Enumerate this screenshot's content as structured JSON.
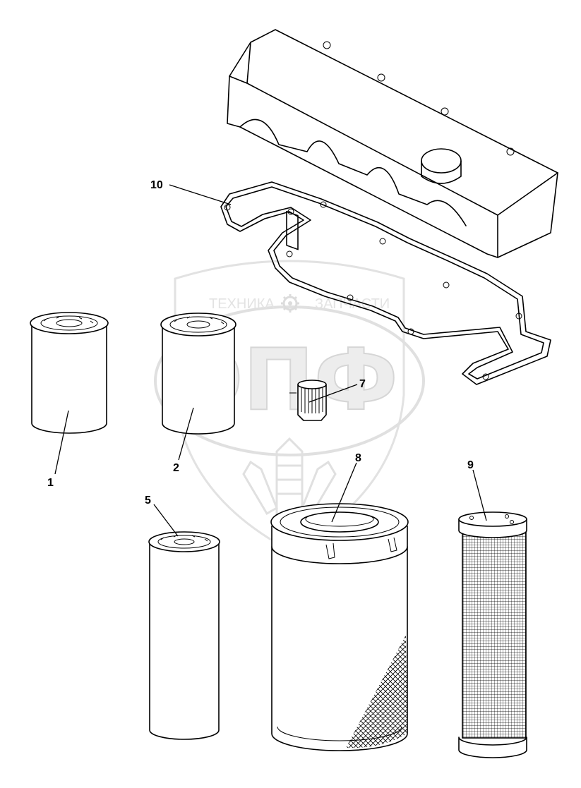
{
  "watermark": {
    "line1_left": "ТЕХНИКА",
    "line1_right": "ЗАПЧАСТИ",
    "logo": "ЭПФ"
  },
  "callouts": {
    "p1": "1",
    "p2": "2",
    "p5": "5",
    "p7": "7",
    "p8": "8",
    "p9": "9",
    "p10": "10"
  },
  "icons": {
    "gear": "gear-icon",
    "wheat": "wheat-icon"
  },
  "colors": {
    "line": "#000000",
    "background": "#ffffff",
    "watermark": "#d6d6d6"
  }
}
